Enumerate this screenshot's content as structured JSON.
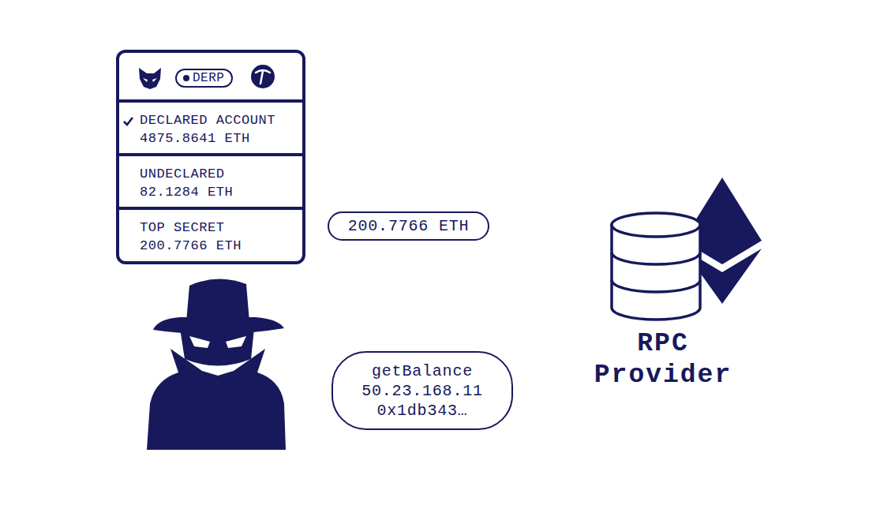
{
  "diagram": {
    "nodes": [
      {},
      {
        "text": [
          "DERP"
        ],
        "in": 0
      },
      {
        "text": [
          "DECLARED ACCOUNT",
          "4875.8641 ETH"
        ],
        "in": 0
      },
      {
        "text": [
          "UNDECLARED",
          "82.1284 ETH"
        ],
        "in": 0
      },
      {
        "text": [
          "TOP SECRET",
          "200.7766 ETH"
        ],
        "in": 0
      },
      {
        "text": [
          "200.7766 ETH"
        ]
      },
      {
        "text": [
          "getBalance",
          "50.23.168.11",
          "0x1db343…"
        ]
      },
      {
        "text": [
          "RPC Provider"
        ]
      }
    ]
  }
}
